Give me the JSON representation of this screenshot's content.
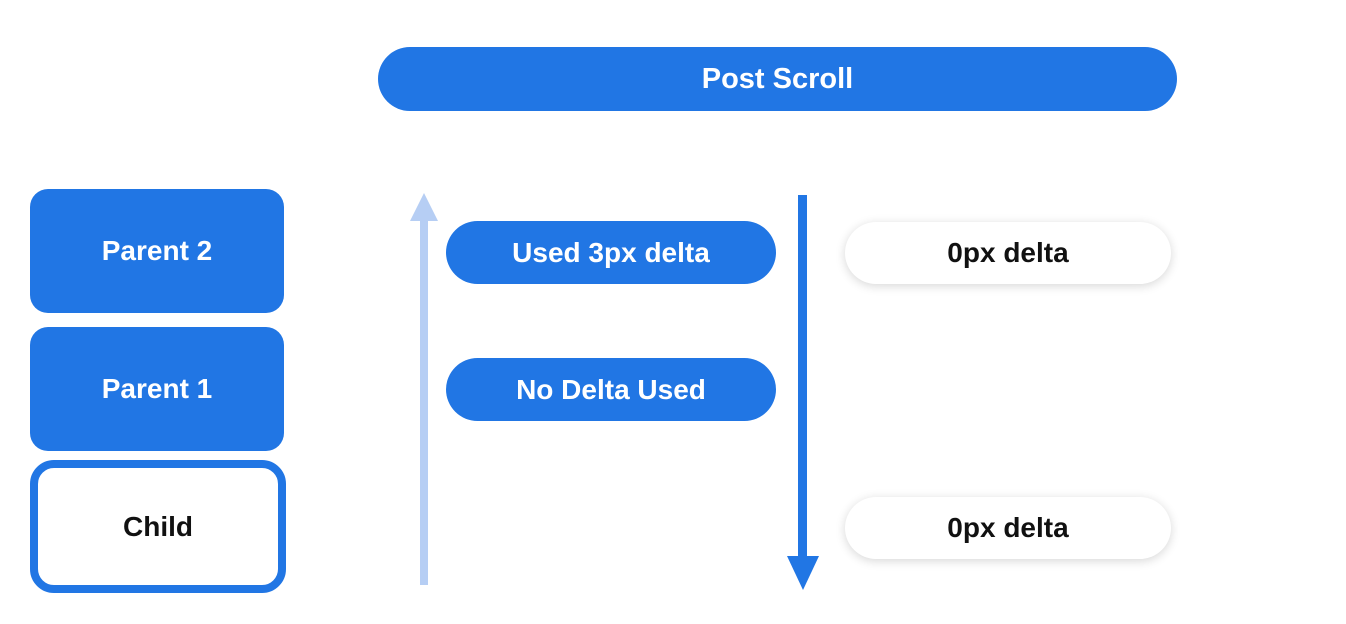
{
  "diagram": {
    "title_pill": "Post Scroll",
    "parent_boxes": [
      "Parent 2",
      "Parent 1"
    ],
    "child_box": "Child",
    "middle_pills": [
      "Used 3px delta",
      "No Delta Used"
    ],
    "right_pills": [
      "0px delta",
      "0px delta"
    ],
    "arrows": [
      {
        "name": "upward-scroll-arrow",
        "direction": "up",
        "color": "#B6CEF4"
      },
      {
        "name": "downward-scroll-arrow",
        "direction": "down",
        "color": "#2176E4"
      }
    ],
    "colors": {
      "accent_blue": "#2176E4",
      "light_blue": "#B6CEF4",
      "background": "#FFFFFF",
      "text_dark": "#111111"
    }
  }
}
